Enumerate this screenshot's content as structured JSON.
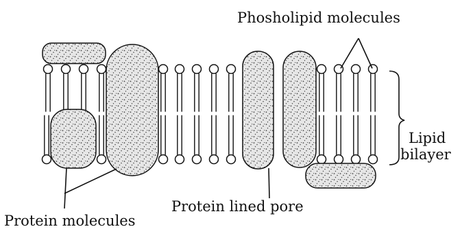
{
  "labels": {
    "phospholipid": "Phosholipid molecules",
    "lipid_line1": "Lipid",
    "lipid_line2": "bilayer",
    "pore": "Protein lined pore",
    "proteins": "Protein molecules"
  },
  "colors": {
    "ink": "#111111",
    "protein_fill": "#e4e4e4",
    "stipple": "#4a4a4a",
    "background": "#ffffff"
  }
}
